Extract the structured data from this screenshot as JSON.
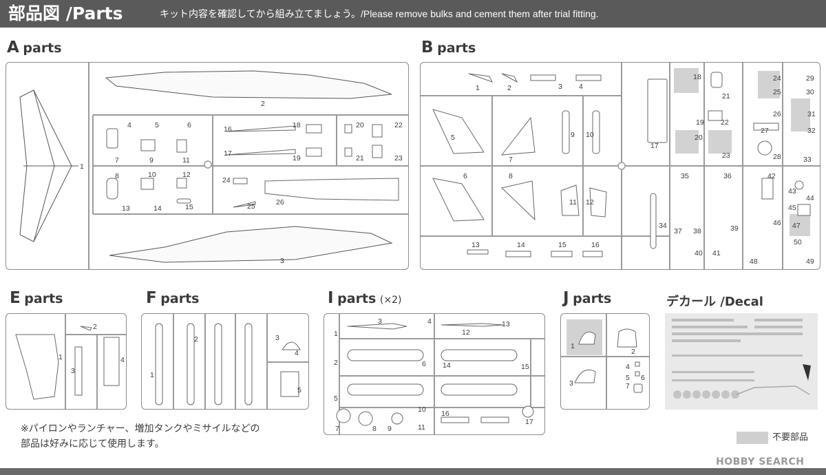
{
  "header": {
    "title": "部品図 /Parts",
    "subtitle": "キット内容を確認してから組み立てましょう。/Please remove bulks and cement them after trial fitting."
  },
  "sections": {
    "a": {
      "letter": "A",
      "word": "parts"
    },
    "b": {
      "letter": "B",
      "word": "parts"
    },
    "e": {
      "letter": "E",
      "word": "parts"
    },
    "f": {
      "letter": "F",
      "word": "parts"
    },
    "i": {
      "letter": "I",
      "word": "parts",
      "qty": "(×2)"
    },
    "j": {
      "letter": "J",
      "word": "parts"
    },
    "decal": {
      "title": "デカール /Decal"
    }
  },
  "a_labels": [
    "1",
    "2",
    "3",
    "4",
    "5",
    "6",
    "7",
    "8",
    "9",
    "10",
    "11",
    "12",
    "13",
    "14",
    "15",
    "16",
    "17",
    "18",
    "19",
    "20",
    "21",
    "22",
    "23",
    "24",
    "25",
    "26"
  ],
  "b_labels": [
    "1",
    "2",
    "3",
    "4",
    "5",
    "6",
    "7",
    "8",
    "9",
    "10",
    "11",
    "12",
    "13",
    "14",
    "15",
    "16",
    "17",
    "18",
    "19",
    "20",
    "21",
    "22",
    "23",
    "24",
    "25",
    "26",
    "27",
    "28",
    "29",
    "30",
    "31",
    "32",
    "33",
    "34",
    "35",
    "36",
    "37",
    "38",
    "39",
    "40",
    "41",
    "42",
    "43",
    "44",
    "45",
    "46",
    "47",
    "48",
    "49",
    "50"
  ],
  "e_labels": [
    "1",
    "2",
    "3",
    "4"
  ],
  "f_labels": [
    "1",
    "2",
    "3",
    "4",
    "5"
  ],
  "i_labels": [
    "1",
    "2",
    "3",
    "4",
    "5",
    "6",
    "7",
    "8",
    "9",
    "10",
    "11",
    "12",
    "13",
    "14",
    "15",
    "16",
    "17"
  ],
  "j_labels": [
    "1",
    "2",
    "3",
    "4",
    "5",
    "6",
    "7"
  ],
  "note": {
    "line1": "※パイロンやランチャー、増加タンクやミサイルなどの",
    "line2": "部品は好みに応じて使用します。"
  },
  "legend": {
    "unused_label": "不要部品",
    "swatch_color": "#cfcfcf"
  },
  "watermark": "HOBBY SEARCH"
}
